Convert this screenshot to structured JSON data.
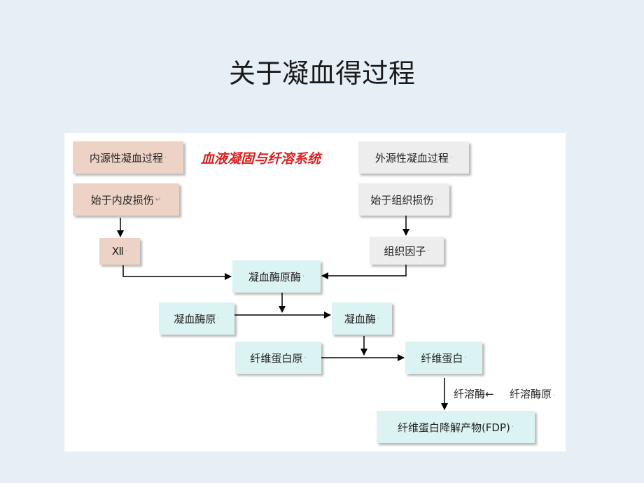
{
  "title": "关于凝血得过程",
  "diagram": {
    "heading": "血液凝固与纤溶系统",
    "mark": "↵",
    "mark2": "·",
    "nodes": {
      "intrinsic": "内源性凝血过程",
      "intrinsic_start": "始于内皮损伤",
      "factor12": "Ⅻ",
      "extrinsic": "外源性凝血过程",
      "extrinsic_start": "始于组织损伤",
      "tissue_factor": "组织因子",
      "prothrombinase": "凝血酶原酶",
      "prothrombin": "凝血酶原",
      "thrombin": "凝血酶",
      "fibrinogen": "纤维蛋白原",
      "fibrin": "纤维蛋白",
      "plasmin": "纤溶酶←",
      "plasminogen": "纤溶酶原",
      "fdp": "纤维蛋白降解产物(FDP)"
    }
  },
  "colors": {
    "intrinsic": "#ecd3c6",
    "extrinsic": "#ededed",
    "common": "#dcf3f3",
    "heading": "#e02020"
  }
}
